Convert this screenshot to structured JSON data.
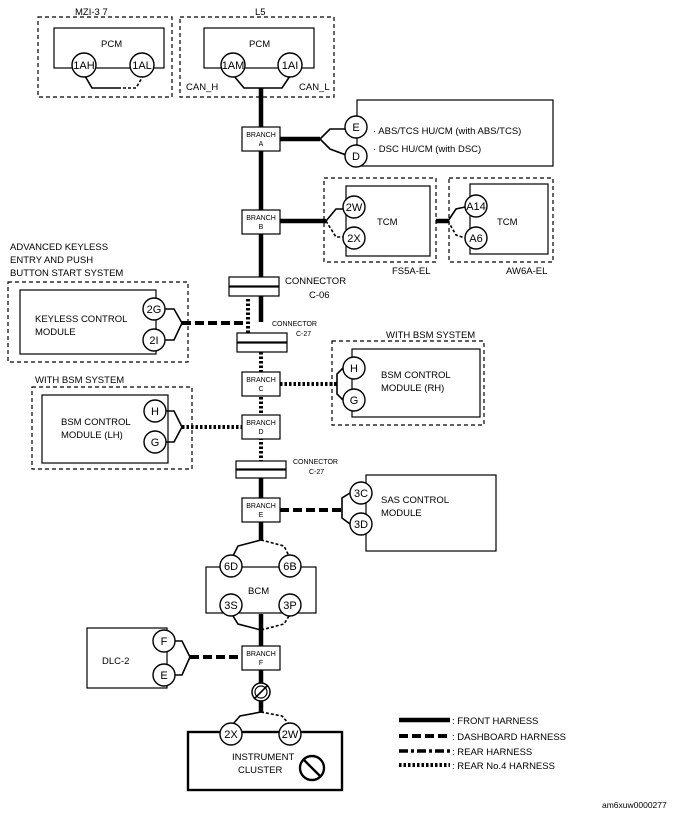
{
  "modules": {
    "mzi_pcm": {
      "group": "MZI-3 7",
      "name": "PCM",
      "pin_a": "1AH",
      "pin_b": "1AL"
    },
    "l5_pcm": {
      "group": "L5",
      "name": "PCM",
      "pin_a": "1AM",
      "pin_b": "1AI",
      "can_h": "CAN_H",
      "can_l": "CAN_L"
    },
    "abs": {
      "pin_e": "E",
      "pin_d": "D",
      "line1": "· ABS/TCS HU/CM (with ABS/TCS)",
      "line2": "· DSC HU/CM (with DSC)"
    },
    "tcm_fs5a": {
      "name": "TCM",
      "pin_a": "2W",
      "pin_b": "2X",
      "caption": "FS5A-EL"
    },
    "tcm_aw6a": {
      "name": "TCM",
      "pin_a": "A14",
      "pin_b": "A6",
      "caption": "AW6A-EL"
    },
    "keyless": {
      "header1": "ADVANCED KEYLESS",
      "header2": "ENTRY AND PUSH",
      "header3": "BUTTON START SYSTEM",
      "line1": "KEYLESS CONTROL",
      "line2": "MODULE",
      "pin_a": "2G",
      "pin_b": "2I"
    },
    "bsm_rh": {
      "header": "WITH BSM SYSTEM",
      "line1": "BSM CONTROL",
      "line2": "MODULE (RH)",
      "pin_a": "H",
      "pin_b": "G"
    },
    "bsm_lh": {
      "header": "WITH BSM SYSTEM",
      "line1": "BSM CONTROL",
      "line2": "MODULE (LH)",
      "pin_a": "H",
      "pin_b": "G"
    },
    "sas": {
      "line1": "SAS CONTROL",
      "line2": "MODULE",
      "pin_a": "3C",
      "pin_b": "3D"
    },
    "bcm": {
      "name": "BCM",
      "pin_tl": "6D",
      "pin_tr": "6B",
      "pin_bl": "3S",
      "pin_br": "3P"
    },
    "dlc": {
      "name": "DLC-2",
      "pin_a": "F",
      "pin_b": "E"
    },
    "cluster": {
      "line1": "INSTRUMENT",
      "line2": "CLUSTER",
      "pin_a": "2X",
      "pin_b": "2W"
    }
  },
  "branches": {
    "a": {
      "label": "BRANCH",
      "letter": "A"
    },
    "b": {
      "label": "BRANCH",
      "letter": "B"
    },
    "c": {
      "label": "BRANCH",
      "letter": "C"
    },
    "d": {
      "label": "BRANCH",
      "letter": "D"
    },
    "e": {
      "label": "BRANCH",
      "letter": "E"
    },
    "f": {
      "label": "BRANCH",
      "letter": "F"
    }
  },
  "connectors": {
    "c06": {
      "label": "CONNECTOR",
      "code": "C-06"
    },
    "c27a": {
      "label": "CONNECTOR",
      "code": "C-27"
    },
    "c27b": {
      "label": "CONNECTOR",
      "code": "C-27"
    }
  },
  "legend": {
    "front": ": FRONT HARNESS",
    "dashboard": ": DASHBOARD HARNESS",
    "rear": ": REAR HARNESS",
    "rear4": ": REAR No.4 HARNESS"
  },
  "image_code": "am6xuw0000277"
}
